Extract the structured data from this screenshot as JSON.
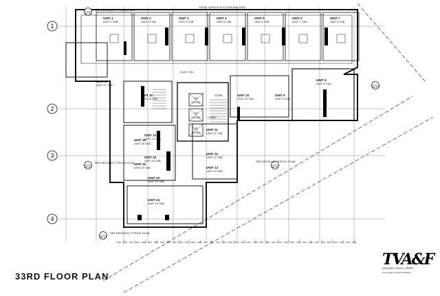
{
  "sheet": {
    "title": "33RD FLOOR PLAN",
    "balcony_note": "ROOF OVER 6TH FLOOR BALCONY",
    "logo_mark": "TVA&F",
    "logo_sub": "VASQUEZ • DALEY • PERRY",
    "logo_sub2": "FPL CLARK CORPO TOWER 4"
  },
  "grid": {
    "rows": [
      "1",
      "2",
      "3",
      "4"
    ],
    "section_tags": [
      "A5.01",
      "A5.01",
      "A5.01",
      "A5.01",
      "A5.01"
    ],
    "see_notes": [
      "SEE DETAILED TYPICAL PLAN",
      "SEE DETAILED TYPICAL PLAN",
      "SEE DETAILED TYPICAL PLAN",
      "SEE DETAILED TYPICAL PLAN"
    ]
  },
  "units": [
    {
      "name": "UNIT 1",
      "type": "UNIT 2 T&B"
    },
    {
      "name": "UNIT 2",
      "type": "UNIT 3 T&B"
    },
    {
      "name": "UNIT 3",
      "type": "UNIT 4 T&B"
    },
    {
      "name": "UNIT 4",
      "type": "UNIT 5 T&B"
    },
    {
      "name": "UNIT 5",
      "type": "UNIT 6 T&B"
    },
    {
      "name": "UNIT 6",
      "type": "UNIT 7 T&B"
    },
    {
      "name": "UNIT 7",
      "type": "UNIT 8 T&B"
    },
    {
      "name": "UNIT 8",
      "type": "UNIT 8 T&B"
    },
    {
      "name": "UNIT 9",
      "type": "UNIT 9 T&B"
    },
    {
      "name": "UNIT 10",
      "type": "UNIT 10 T&B"
    },
    {
      "name": "UNIT 11",
      "type": "UNIT 11 T&B"
    },
    {
      "name": "UNIT 12",
      "type": "UNIT 12 T&B"
    },
    {
      "name": "UNIT 13",
      "type": "UNIT 13 T&B"
    },
    {
      "name": "UNIT 14",
      "type": "UNIT 14 T&B"
    },
    {
      "name": "UNIT 15",
      "type": "UNIT 15 T&B"
    },
    {
      "name": "UNIT 16",
      "type": "UNIT 16 T&B"
    },
    {
      "name": "UNIT 17",
      "type": "UNIT 17 T&B"
    },
    {
      "name": "UNIT 18",
      "type": "UNIT 18 T&B"
    },
    {
      "name": "UNIT 19",
      "type": "UNIT 19 T&B"
    },
    {
      "name": "UNIT 20",
      "type": "UNIT 20 T&B"
    },
    {
      "name": "UNIT 24",
      "type": "UNIT 24 T&B"
    }
  ],
  "core": {
    "lift_labels": [
      "PS",
      "PS",
      "PS"
    ],
    "pax_labels": [
      "15 PAX",
      "15 PAX",
      "15 PAX"
    ],
    "stair_label": "STAIR",
    "elec_label": "ELEC. RM.",
    "lobby_label": "LOBBY"
  }
}
